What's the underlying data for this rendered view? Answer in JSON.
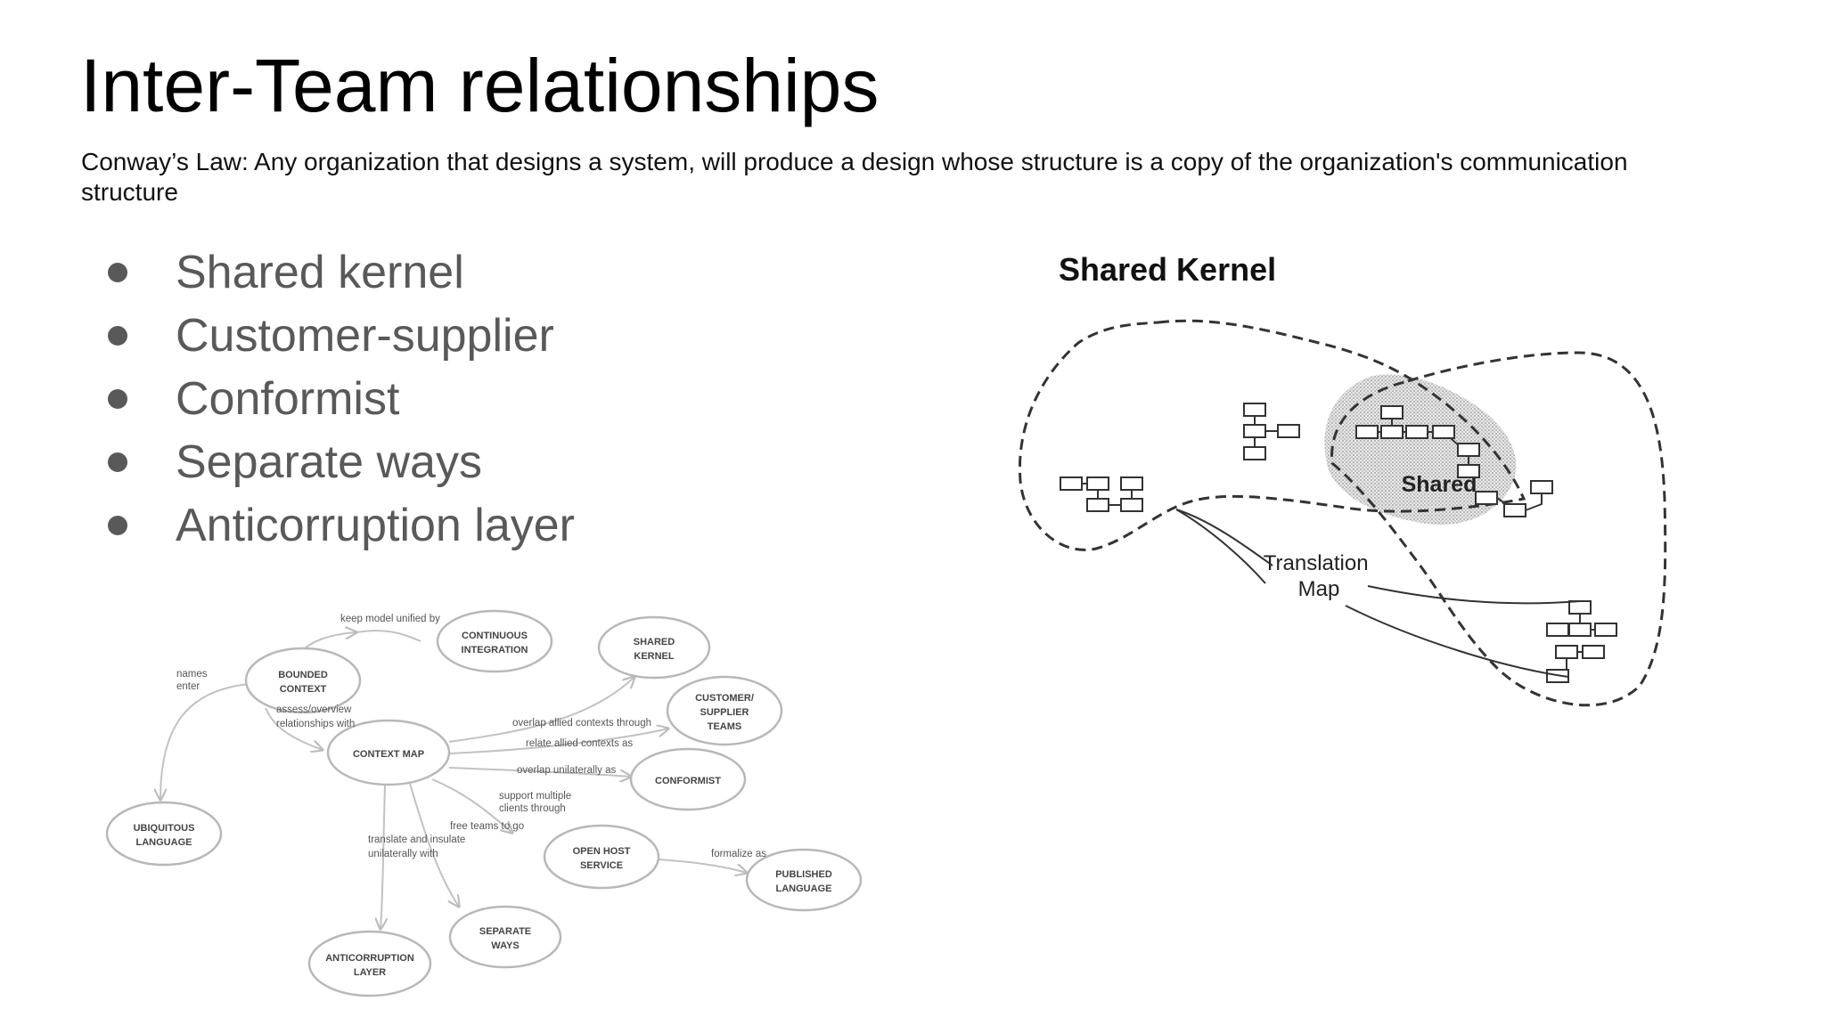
{
  "slide": {
    "title": "Inter-Team relationships",
    "subtitle": "Conway’s Law: Any organization that designs a system, will produce a design whose structure is a copy of the organization's communication structure",
    "bullets": [
      "Shared kernel",
      "Customer-supplier",
      "Conformist",
      "Separate ways",
      "Anticorruption layer"
    ]
  },
  "context_map_diagram": {
    "nodes": [
      {
        "id": "bc",
        "label": [
          "BOUNDED",
          "CONTEXT"
        ]
      },
      {
        "id": "ci",
        "label": [
          "CONTINUOUS",
          "INTEGRATION"
        ]
      },
      {
        "id": "sk",
        "label": [
          "SHARED",
          "KERNEL"
        ]
      },
      {
        "id": "cs",
        "label": [
          "CUSTOMER/",
          "SUPPLIER",
          "TEAMS"
        ]
      },
      {
        "id": "cm",
        "label": [
          "CONTEXT MAP"
        ]
      },
      {
        "id": "cf",
        "label": [
          "CONFORMIST"
        ]
      },
      {
        "id": "ul",
        "label": [
          "UBIQUITOUS",
          "LANGUAGE"
        ]
      },
      {
        "id": "oh",
        "label": [
          "OPEN HOST",
          "SERVICE"
        ]
      },
      {
        "id": "pl",
        "label": [
          "PUBLISHED",
          "LANGUAGE"
        ]
      },
      {
        "id": "sw",
        "label": [
          "SEPARATE",
          "WAYS"
        ]
      },
      {
        "id": "acl",
        "label": [
          "ANTICORRUPTION",
          "LAYER"
        ]
      }
    ],
    "edge_labels": [
      [
        "keep model unified by"
      ],
      [
        "names",
        "enter"
      ],
      [
        "assess/overview",
        "relationships with"
      ],
      [
        "overlap allied contexts through"
      ],
      [
        "relate allied contexts as"
      ],
      [
        "overlap unilaterally as"
      ],
      [
        "support multiple",
        "clients through"
      ],
      [
        "free teams to go"
      ],
      [
        "translate and insulate",
        "unilaterally with"
      ],
      [
        "formalize as"
      ]
    ]
  },
  "shared_kernel_diagram": {
    "title": "Shared Kernel",
    "shared_label": "Shared",
    "translation_label": [
      "Translation",
      "Map"
    ]
  }
}
